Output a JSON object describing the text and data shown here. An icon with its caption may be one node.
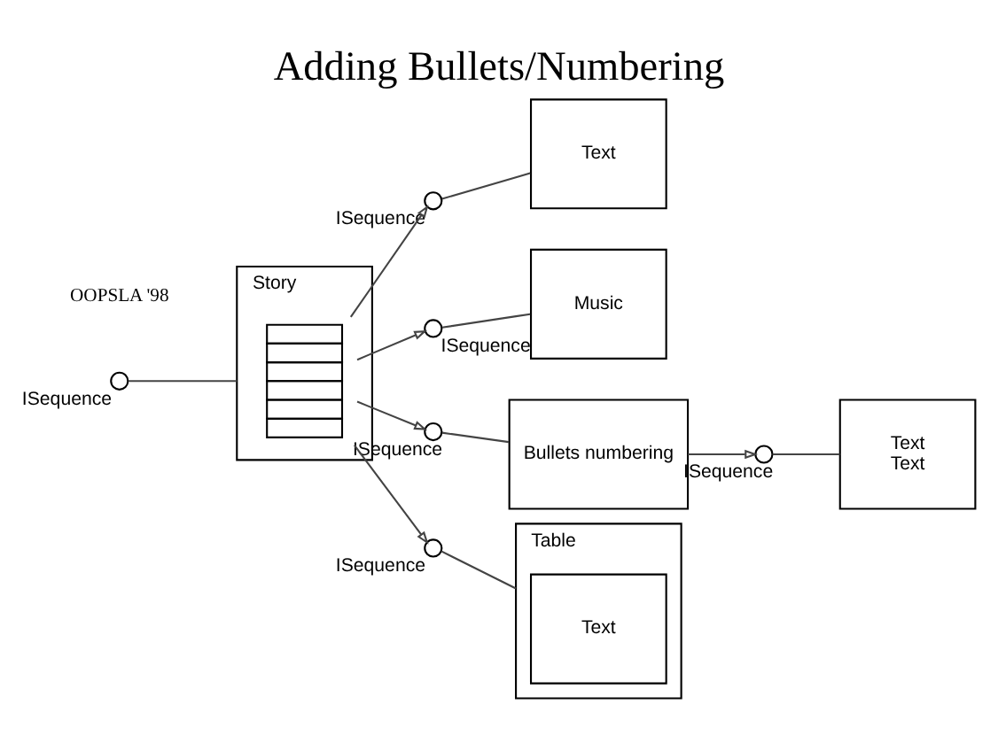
{
  "diagram": {
    "title": "Adding Bullets/Numbering",
    "nodes": [
      {
        "text": [
          "Story"
        ]
      },
      {
        "text": [],
        "shape": "box",
        "in": 0
      },
      {
        "text": [],
        "shape": "circle",
        "beside": [
          "ISequence"
        ]
      },
      {
        "text": [],
        "shape": "circle",
        "beside": [
          "ISequence"
        ]
      },
      {
        "text": [
          "Text"
        ]
      },
      {
        "text": [],
        "shape": "circle",
        "beside": [
          "ISequence"
        ]
      },
      {
        "text": [
          "Music"
        ]
      },
      {
        "text": [],
        "shape": "circle",
        "beside": [
          "ISequence"
        ]
      },
      {
        "text": [
          "Bullets numbering"
        ]
      },
      {
        "text": [],
        "shape": "circle",
        "beside": [
          "ISequence"
        ]
      },
      {
        "text": [
          "Text",
          "Text"
        ]
      },
      {
        "text": [],
        "shape": "circle",
        "beside": [
          "ISequence"
        ]
      },
      {
        "text": [
          "Table"
        ]
      },
      {
        "text": [
          "Text"
        ],
        "in": 12
      }
    ],
    "edges": [
      {
        "from": 2,
        "to": 0,
        "arrow": "none"
      },
      {
        "from": 1,
        "to": 3,
        "arrow": "to"
      },
      {
        "from": 3,
        "to": 4,
        "arrow": "none"
      },
      {
        "from": 1,
        "to": 5,
        "arrow": "to"
      },
      {
        "from": 5,
        "to": 6,
        "arrow": "none"
      },
      {
        "from": 1,
        "to": 7,
        "arrow": "to"
      },
      {
        "from": 7,
        "to": 8,
        "arrow": "none"
      },
      {
        "from": 8,
        "to": 9,
        "arrow": "to"
      },
      {
        "from": 9,
        "to": 10,
        "arrow": "none"
      },
      {
        "from": 1,
        "to": 11,
        "arrow": "to"
      },
      {
        "from": 11,
        "to": 12,
        "arrow": "none"
      }
    ],
    "labels": [
      "OOPSLA '98"
    ]
  }
}
